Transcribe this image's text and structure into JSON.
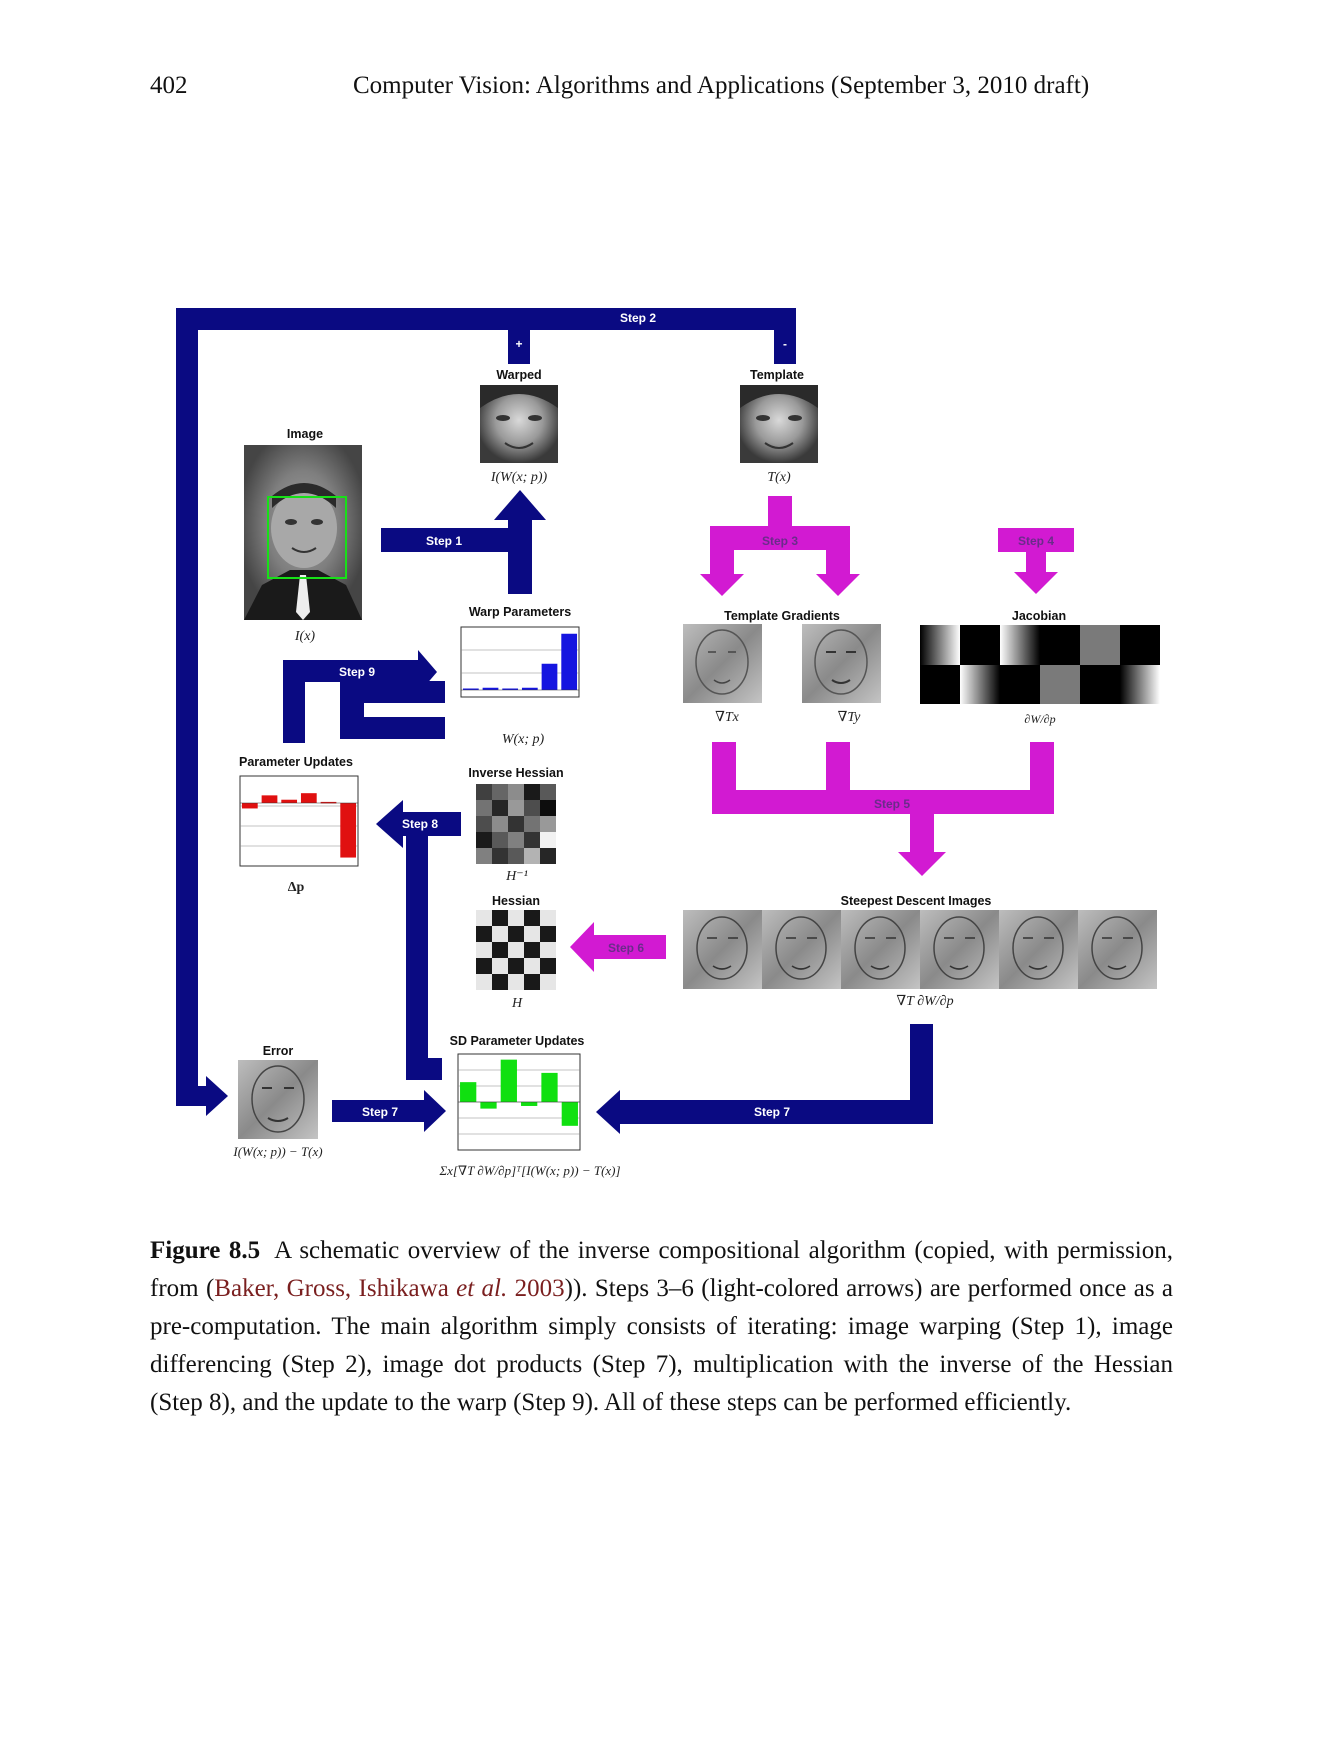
{
  "header": {
    "page_number": "402",
    "running_title": "Computer Vision: Algorithms and Applications (September 3, 2010 draft)"
  },
  "figure": {
    "steps": {
      "step1": "Step 1",
      "step2": "Step 2",
      "step3": "Step 3",
      "step4": "Step 4",
      "step5": "Step 5",
      "step6": "Step 6",
      "step7": "Step 7",
      "step8": "Step 8",
      "step9": "Step 9"
    },
    "signs": {
      "plus": "+",
      "minus": "-"
    },
    "panels": {
      "image": "Image",
      "warped": "Warped",
      "template": "Template",
      "warp_parameters": "Warp Parameters",
      "template_gradients": "Template Gradients",
      "jacobian": "Jacobian",
      "parameter_updates": "Parameter Updates",
      "inverse_hessian": "Inverse Hessian",
      "hessian": "Hessian",
      "steepest_descent": "Steepest Descent Images",
      "error": "Error",
      "sd_parameter_updates": "SD Parameter Updates"
    },
    "math": {
      "image": "I(x)",
      "warped": "I(W(x; p))",
      "template": "T(x)",
      "warp": "W(x; p)",
      "grad_x": "∇Tx",
      "grad_y": "∇Ty",
      "jacobian": "∂W/∂p",
      "delta_p": "Δp",
      "inv_hessian": "H⁻¹",
      "hessian": "H",
      "sd_images": "∇T ∂W/∂p",
      "error": "I(W(x; p)) − T(x)",
      "sd_updates": "Σx[∇T ∂W/∂p]ᵀ[I(W(x; p)) − T(x)]"
    },
    "colors": {
      "dark_arrow": "#0a0a82",
      "light_arrow": "#d21ad2"
    },
    "plot_values": {
      "warp_parameters": [
        0.02,
        0.03,
        0.02,
        0.03,
        0.35,
        0.75
      ],
      "parameter_updates": [
        -0.2,
        0.7,
        0.3,
        0.9,
        0.1,
        -2.0
      ],
      "sd_parameter_updates": [
        1.5,
        -0.5,
        3.2,
        -0.3,
        2.2,
        -1.8
      ]
    }
  },
  "caption": {
    "label": "Figure 8.5",
    "text_before": "A schematic overview of the inverse compositional algorithm (copied, with permission, from (",
    "citation_authors": "Baker, Gross, Ishikawa ",
    "citation_etal": "et al.",
    "citation_year": " 2003",
    "text_after": ")). Steps 3–6 (light-colored arrows) are performed once as a pre-computation. The main algorithm simply consists of iterating: image warping (Step 1), image differencing (Step 2), image dot products (Step 7), multiplication with the inverse of the Hessian (Step 8), and the update to the warp (Step 9). All of these steps can be performed efficiently."
  }
}
